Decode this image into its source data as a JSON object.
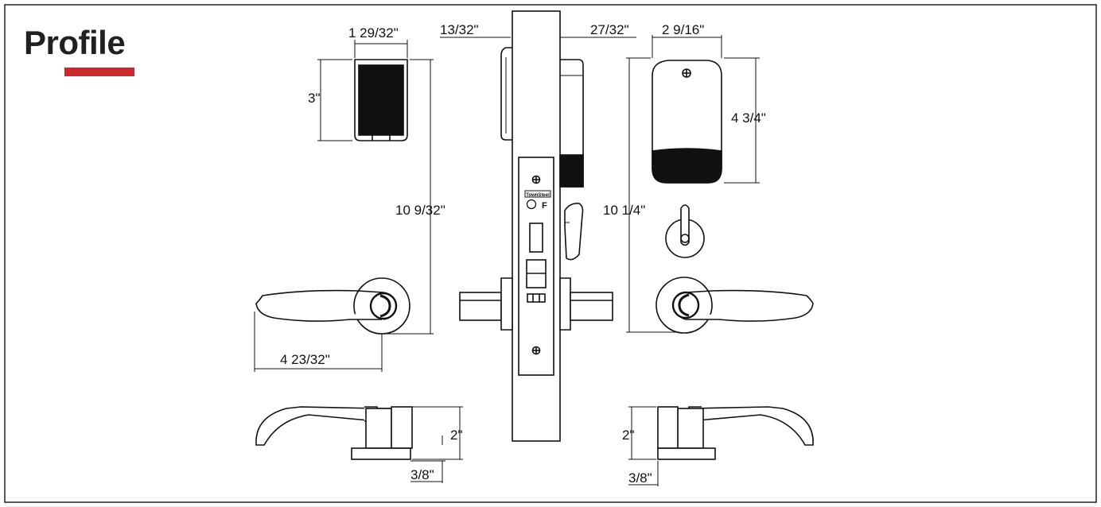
{
  "page": {
    "title": "Profile",
    "accent_color": "#c8282e",
    "line_color": "#111111"
  },
  "dimensions": {
    "keypad_width": "1  29/32\"",
    "keypad_height": "3\"",
    "backset_left": "13/32\"",
    "backset_right": "27/32\"",
    "reader_width": "2  9/16\"",
    "reader_height": "4  3/4\"",
    "overall_height_left": "10  9/32\"",
    "overall_height_right": "10  1/4\"",
    "lever_length": "4  23/32\"",
    "lever_projection_left": "2\"",
    "lever_projection_right": "2\"",
    "rose_thickness_left": "3/8\"",
    "rose_thickness_right": "3/8\""
  },
  "faceplate": {
    "brand": "TownSteel",
    "fire_mark": "F"
  }
}
